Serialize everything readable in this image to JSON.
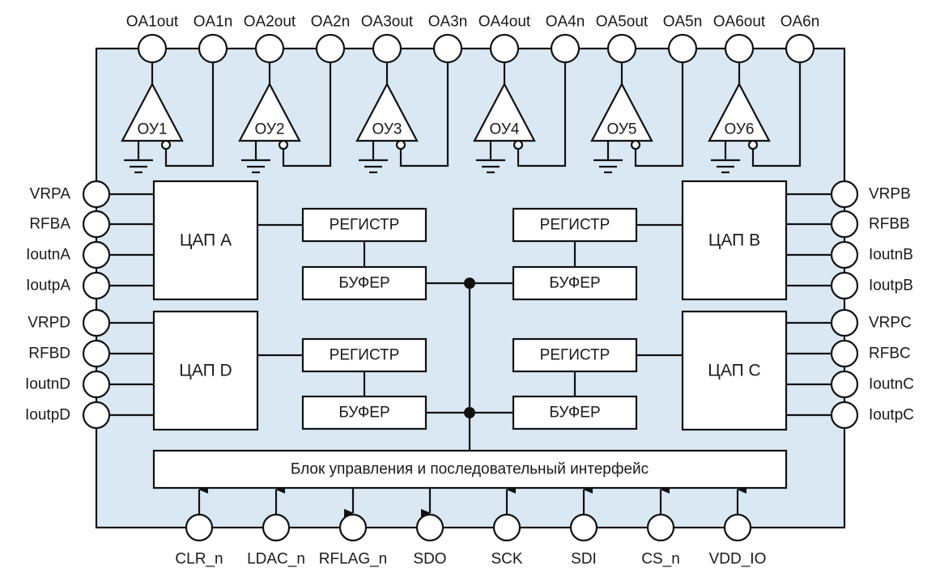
{
  "colors": {
    "chip_fill": "#d9e8f3",
    "line": "#111111",
    "block_fill": "#ffffff"
  },
  "top_pins": [
    "OA1out",
    "OA1n",
    "OA2out",
    "OA2n",
    "OA3out",
    "OA3n",
    "OA4out",
    "OA4n",
    "OA5out",
    "OA5n",
    "OA6out",
    "OA6n"
  ],
  "opamps": [
    "ОУ1",
    "ОУ2",
    "ОУ3",
    "ОУ4",
    "ОУ5",
    "ОУ6"
  ],
  "left_pins": [
    "VRPA",
    "RFBA",
    "IoutnA",
    "IoutpA",
    "VRPD",
    "RFBD",
    "IoutnD",
    "IoutpD"
  ],
  "right_pins": [
    "VRPB",
    "RFBB",
    "IoutnB",
    "IoutpB",
    "VRPC",
    "RFBC",
    "IoutnC",
    "IoutpC"
  ],
  "dacs": {
    "a": "ЦАП A",
    "b": "ЦАП B",
    "c": "ЦАП C",
    "d": "ЦАП D"
  },
  "register_label": "РЕГИСТР",
  "buffer_label": "БУФЕР",
  "control_block": "Блок управления и последовательный интерфейс",
  "bottom_pins": [
    {
      "label": "CLR_n",
      "dir": "in"
    },
    {
      "label": "LDAC_n",
      "dir": "in"
    },
    {
      "label": "RFLAG_n",
      "dir": "out"
    },
    {
      "label": "SDO",
      "dir": "out"
    },
    {
      "label": "SCK",
      "dir": "in"
    },
    {
      "label": "SDI",
      "dir": "in"
    },
    {
      "label": "CS_n",
      "dir": "in"
    },
    {
      "label": "VDD_IO",
      "dir": "in"
    }
  ]
}
